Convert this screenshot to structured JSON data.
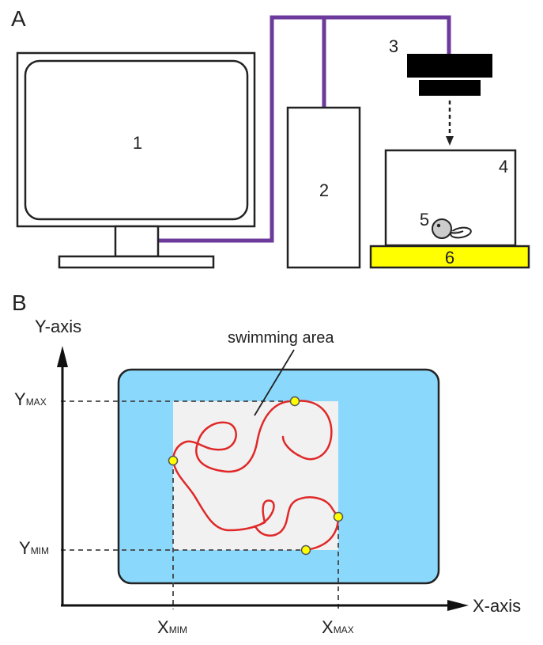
{
  "panel_a": {
    "label": "A",
    "components": [
      {
        "number": "1",
        "name": "monitor"
      },
      {
        "number": "2",
        "name": "computer"
      },
      {
        "number": "3",
        "name": "camera"
      },
      {
        "number": "4",
        "name": "tank"
      },
      {
        "number": "5",
        "name": "tadpole"
      },
      {
        "number": "6",
        "name": "platform"
      }
    ],
    "colors": {
      "cable": "#6b3a9a",
      "platform": "#ffff00",
      "camera": "#000000",
      "tadpole": "#cccccc"
    }
  },
  "panel_b": {
    "label": "B",
    "y_axis_label": "Y-axis",
    "x_axis_label": "X-axis",
    "annotation": "swimming area",
    "y_max": {
      "main": "Y",
      "sub": "MAX"
    },
    "y_min": {
      "main": "Y",
      "sub": "MIM"
    },
    "x_min": {
      "main": "X",
      "sub": "MIM"
    },
    "x_max": {
      "main": "X",
      "sub": "MAX"
    },
    "colors": {
      "tank_fill": "#8ad8fc",
      "area_fill": "#f1f1f1",
      "trajectory": "#e02828",
      "extreme_points": "#ffff00"
    }
  }
}
